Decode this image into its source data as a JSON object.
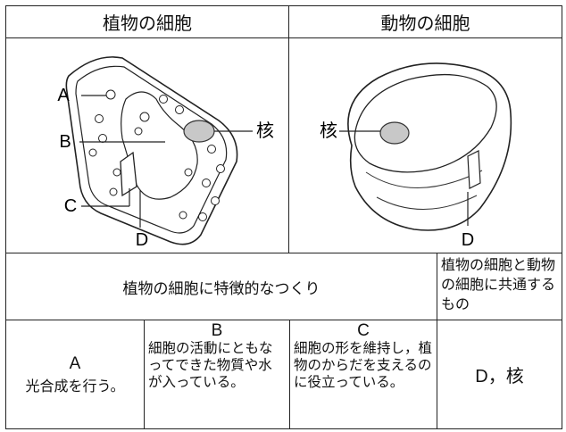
{
  "headers": {
    "plant": "植物の細胞",
    "animal": "動物の細胞"
  },
  "labels": {
    "A": "A",
    "B": "B",
    "C": "C",
    "D": "D",
    "nucleus": "核"
  },
  "row2": {
    "plant_only": "植物の細胞に特徴的なつくり",
    "common": "植物の細胞と動物の細胞に共通するもの"
  },
  "row3": {
    "A": {
      "letter": "A",
      "text": "光合成を行う。"
    },
    "B": {
      "letter": "B",
      "text": "細胞の活動にともなってできた物質や水が入っている。"
    },
    "C": {
      "letter": "C",
      "text": "細胞の形を維持し，植物のからだを支えるのに役立っている。"
    },
    "common": "D，核"
  }
}
